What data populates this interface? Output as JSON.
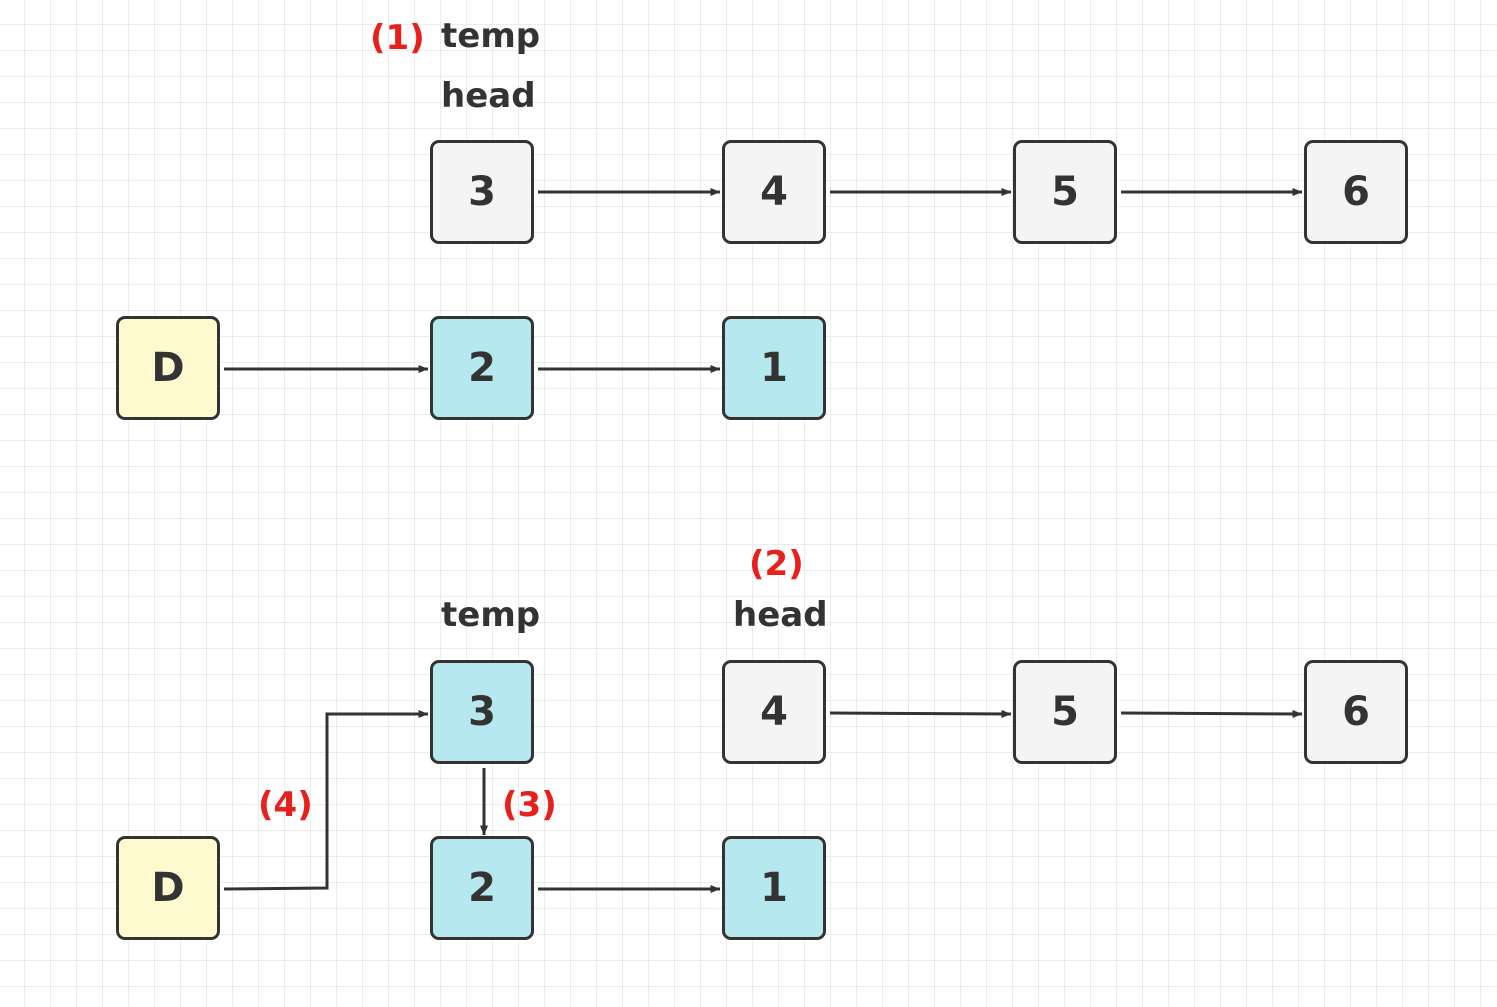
{
  "colors": {
    "default_fill": "#f4f4f4",
    "list_fill": "#b5e9ef",
    "dummy_fill": "#fff9cf",
    "stroke": "#333333",
    "step_label": "#e8201c"
  },
  "top": {
    "step_label": "(1)",
    "temp_label": "temp",
    "head_label": "head",
    "remaining": [
      "3",
      "4",
      "5",
      "6"
    ],
    "dummy": "D",
    "reversed": [
      "2",
      "1"
    ]
  },
  "bottom": {
    "step2_label": "(2)",
    "head_label": "head",
    "temp_label": "temp",
    "step3_label": "(3)",
    "step4_label": "(4)",
    "temp_node": "3",
    "remaining": [
      "4",
      "5",
      "6"
    ],
    "dummy": "D",
    "reversed": [
      "2",
      "1"
    ]
  }
}
